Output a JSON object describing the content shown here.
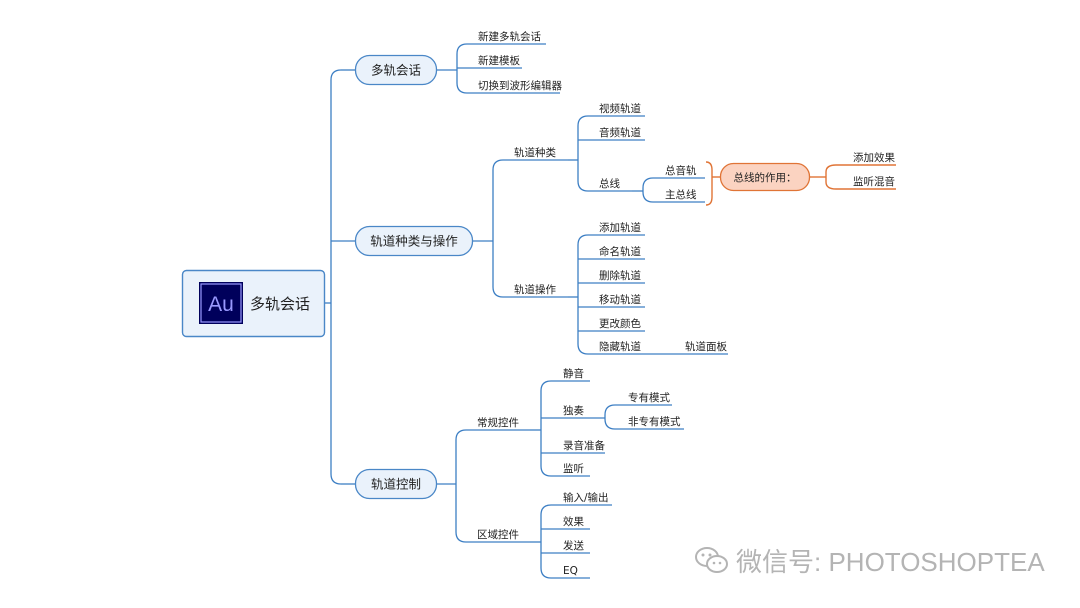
{
  "root": {
    "logo_text": "Au",
    "title": "多轨会话"
  },
  "branch1": {
    "title": "多轨会话",
    "items": [
      "新建多轨会话",
      "新建模板",
      "切换到波形编辑器"
    ]
  },
  "branch2": {
    "title": "轨道种类与操作",
    "types": {
      "title": "轨道种类",
      "video": "视频轨道",
      "audio": "音频轨道",
      "bus": "总线",
      "total": "总音轨",
      "main": "主总线",
      "role": "总线的作用：",
      "role_items": [
        "添加效果",
        "监听混音"
      ]
    },
    "ops": {
      "title": "轨道操作",
      "items": [
        "添加轨道",
        "命名轨道",
        "删除轨道",
        "移动轨道",
        "更改颜色",
        "隐藏轨道"
      ],
      "panel": "轨道面板"
    }
  },
  "branch3": {
    "title": "轨道控制",
    "general": {
      "title": "常规控件",
      "mute": "静音",
      "solo": "独奏",
      "solo_items": [
        "专有模式",
        "非专有模式"
      ],
      "arm": "录音准备",
      "monitor": "监听"
    },
    "area": {
      "title": "区域控件",
      "items": [
        "输入/输出",
        "效果",
        "发送",
        "EQ"
      ]
    }
  },
  "watermark": "微信号: PHOTOSHOPTEA",
  "colors": {
    "line": "#3d7fc4",
    "box_fill": "#eaf2fb",
    "box_stroke": "#4a87c7",
    "accent": "#e07436",
    "accent_fill": "#fbd3c1",
    "logo_bg": "#00005b",
    "logo_text": "#9999ff"
  }
}
